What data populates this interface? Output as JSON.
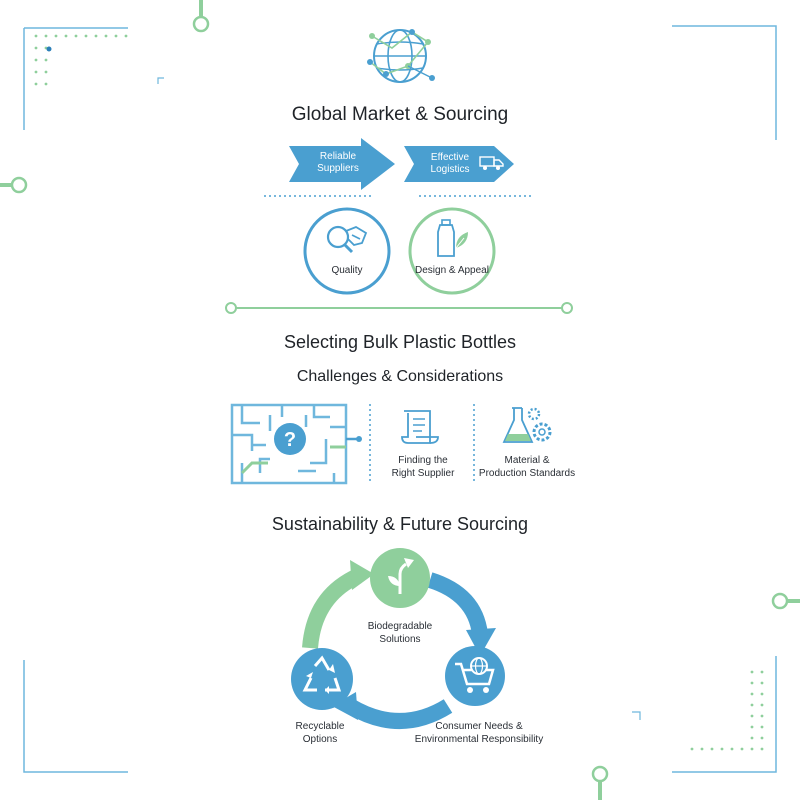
{
  "section1": {
    "title": "Global Market & Sourcing",
    "arrow_left": [
      "Reliable",
      "Suppliers"
    ],
    "arrow_right": [
      "Effective",
      "Logistics"
    ],
    "circle_left": "Quality",
    "circle_right": "Design & Appeal"
  },
  "section2": {
    "title": "Selecting Bulk Plastic Bottles",
    "subtitle": "Challenges & Considerations",
    "item_supplier": [
      "Finding the",
      "Right Supplier"
    ],
    "item_material": [
      "Material &",
      "Production Standards"
    ]
  },
  "section3": {
    "title": "Sustainability & Future Sourcing",
    "node_top": [
      "Biodegradable",
      "Solutions"
    ],
    "node_left": [
      "Recyclable",
      "Options"
    ],
    "node_right": [
      "Consumer Needs &",
      "Environmental Responsibility"
    ]
  },
  "icons": [
    "globe-network-icon",
    "truck-icon",
    "magnifier-handshake-icon",
    "bottle-leaf-icon",
    "maze-question-icon",
    "scroll-document-icon",
    "flask-gear-icon",
    "sprout-icon",
    "recycle-icon",
    "cart-globe-icon"
  ],
  "colors": {
    "blue": "#4a9fd0",
    "green": "#8fcf9c",
    "dark_text": "#1f2328"
  }
}
